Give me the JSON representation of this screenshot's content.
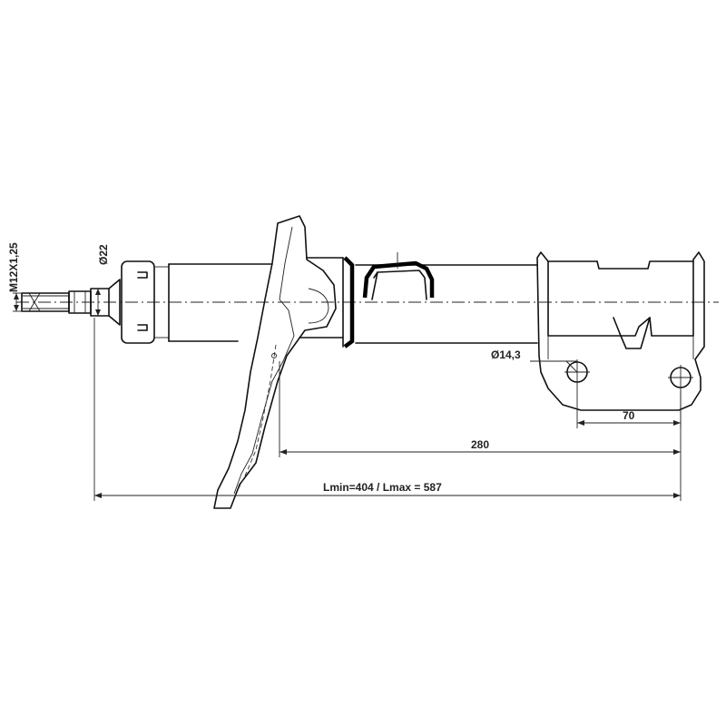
{
  "dimensions": {
    "thread": "M12X1,25",
    "rod_diameter": "Ø22",
    "hole_diameter": "Ø14,3",
    "hole_spacing": "70",
    "axis_to_hole": "280",
    "length": "Lmin=404 / Lmax = 587"
  },
  "colors": {
    "line": "#111111",
    "background": "#ffffff"
  }
}
